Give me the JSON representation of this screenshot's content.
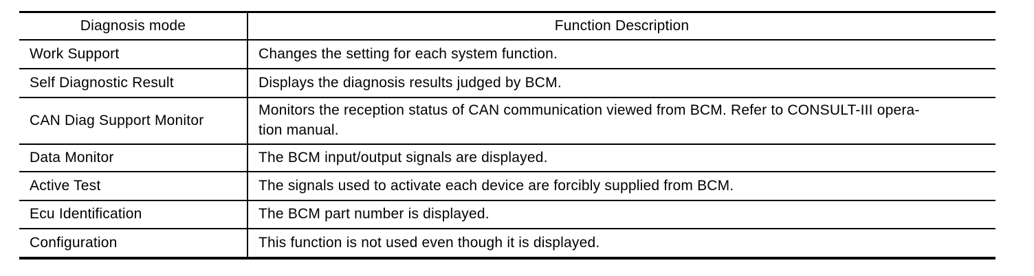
{
  "page": {
    "background": "#ffffff",
    "text_color": "#000000",
    "border_color": "#000000"
  },
  "table": {
    "headers": [
      "Diagnosis mode",
      "Function Description"
    ],
    "rows": [
      {
        "mode": "Work Support",
        "description": "Changes the setting for each system function."
      },
      {
        "mode": "Self Diagnostic Result",
        "description": "Displays the diagnosis results judged by BCM."
      },
      {
        "mode": "CAN Diag Support Monitor",
        "description": "Monitors the reception status of CAN communication viewed from BCM. Refer to CONSULT-III opera-\ntion manual."
      },
      {
        "mode": "Data Monitor",
        "description": "The BCM input/output signals are displayed."
      },
      {
        "mode": "Active Test",
        "description": "The signals used to activate each device are forcibly supplied from BCM."
      },
      {
        "mode": "Ecu Identification",
        "description": "The BCM part number is displayed."
      },
      {
        "mode": "Configuration",
        "description": "This function is not used even though it is displayed."
      }
    ]
  }
}
